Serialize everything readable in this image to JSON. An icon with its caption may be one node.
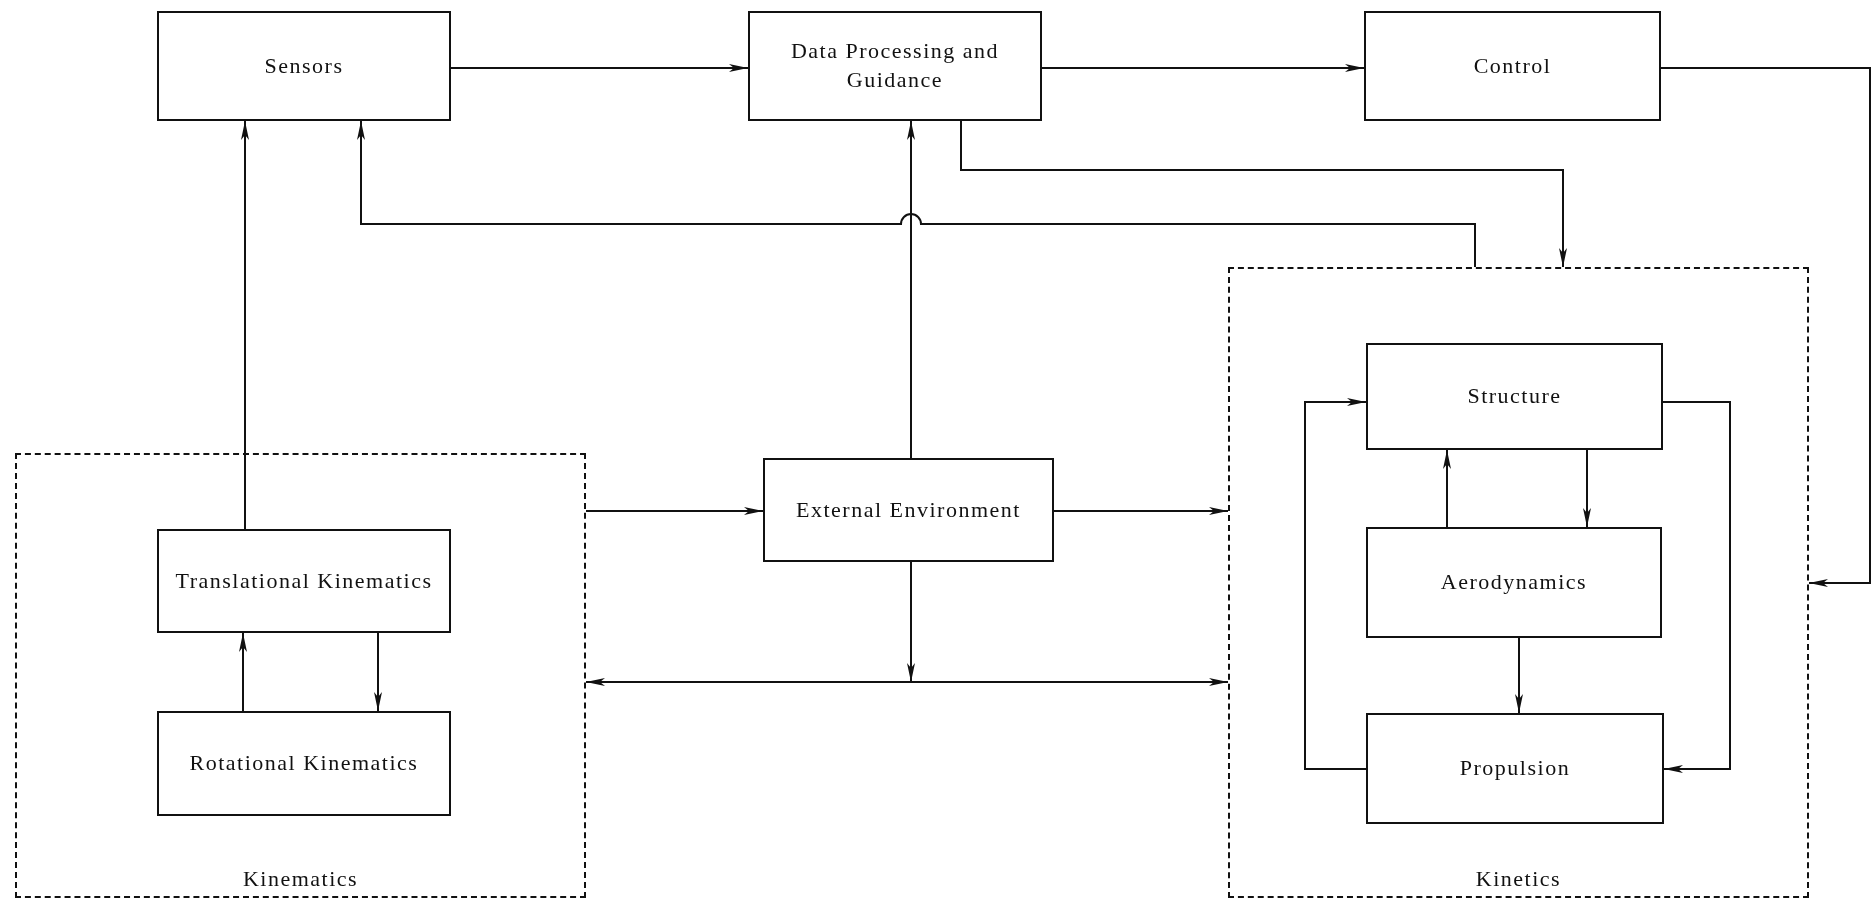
{
  "diagram": {
    "nodes": [
      {
        "text": [
          "Sensors"
        ]
      },
      {
        "text": [
          "Data Processing and Guidance"
        ]
      },
      {
        "text": [
          "Control"
        ]
      },
      {
        "text": [
          "Kinematics"
        ]
      },
      {
        "text": [
          "Translational Kinematics"
        ],
        "in": 3
      },
      {
        "text": [
          "Rotational Kinematics"
        ],
        "in": 3
      },
      {
        "text": [
          "External Environment"
        ]
      },
      {
        "text": [
          "Kinetics"
        ]
      },
      {
        "text": [
          "Structure"
        ],
        "in": 7
      },
      {
        "text": [
          "Aerodynamics"
        ],
        "in": 7
      },
      {
        "text": [
          "Propulsion"
        ],
        "in": 7
      }
    ],
    "edges": [
      {
        "from": 0,
        "to": 1,
        "arrow": "to"
      },
      {
        "from": 1,
        "to": 2,
        "arrow": "to"
      },
      {
        "from": 2,
        "to": 7,
        "arrow": "to"
      },
      {
        "from": 1,
        "to": 7,
        "arrow": "to"
      },
      {
        "from": 7,
        "to": 0,
        "arrow": "to"
      },
      {
        "from": 6,
        "to": 1,
        "arrow": "to"
      },
      {
        "from": 4,
        "to": 0,
        "arrow": "to"
      },
      {
        "from": 3,
        "to": 6,
        "arrow": "to"
      },
      {
        "from": 6,
        "to": 7,
        "arrow": "to"
      },
      {
        "from": 6,
        "to": 3,
        "arrow": "to"
      },
      {
        "from": 6,
        "to": 7,
        "arrow": "to"
      },
      {
        "from": 5,
        "to": 4,
        "arrow": "to"
      },
      {
        "from": 4,
        "to": 5,
        "arrow": "to"
      },
      {
        "from": 9,
        "to": 8,
        "arrow": "to"
      },
      {
        "from": 8,
        "to": 9,
        "arrow": "to"
      },
      {
        "from": 9,
        "to": 10,
        "arrow": "to"
      },
      {
        "from": 10,
        "to": 8,
        "arrow": "to"
      },
      {
        "from": 8,
        "to": 10,
        "arrow": "to"
      }
    ]
  }
}
